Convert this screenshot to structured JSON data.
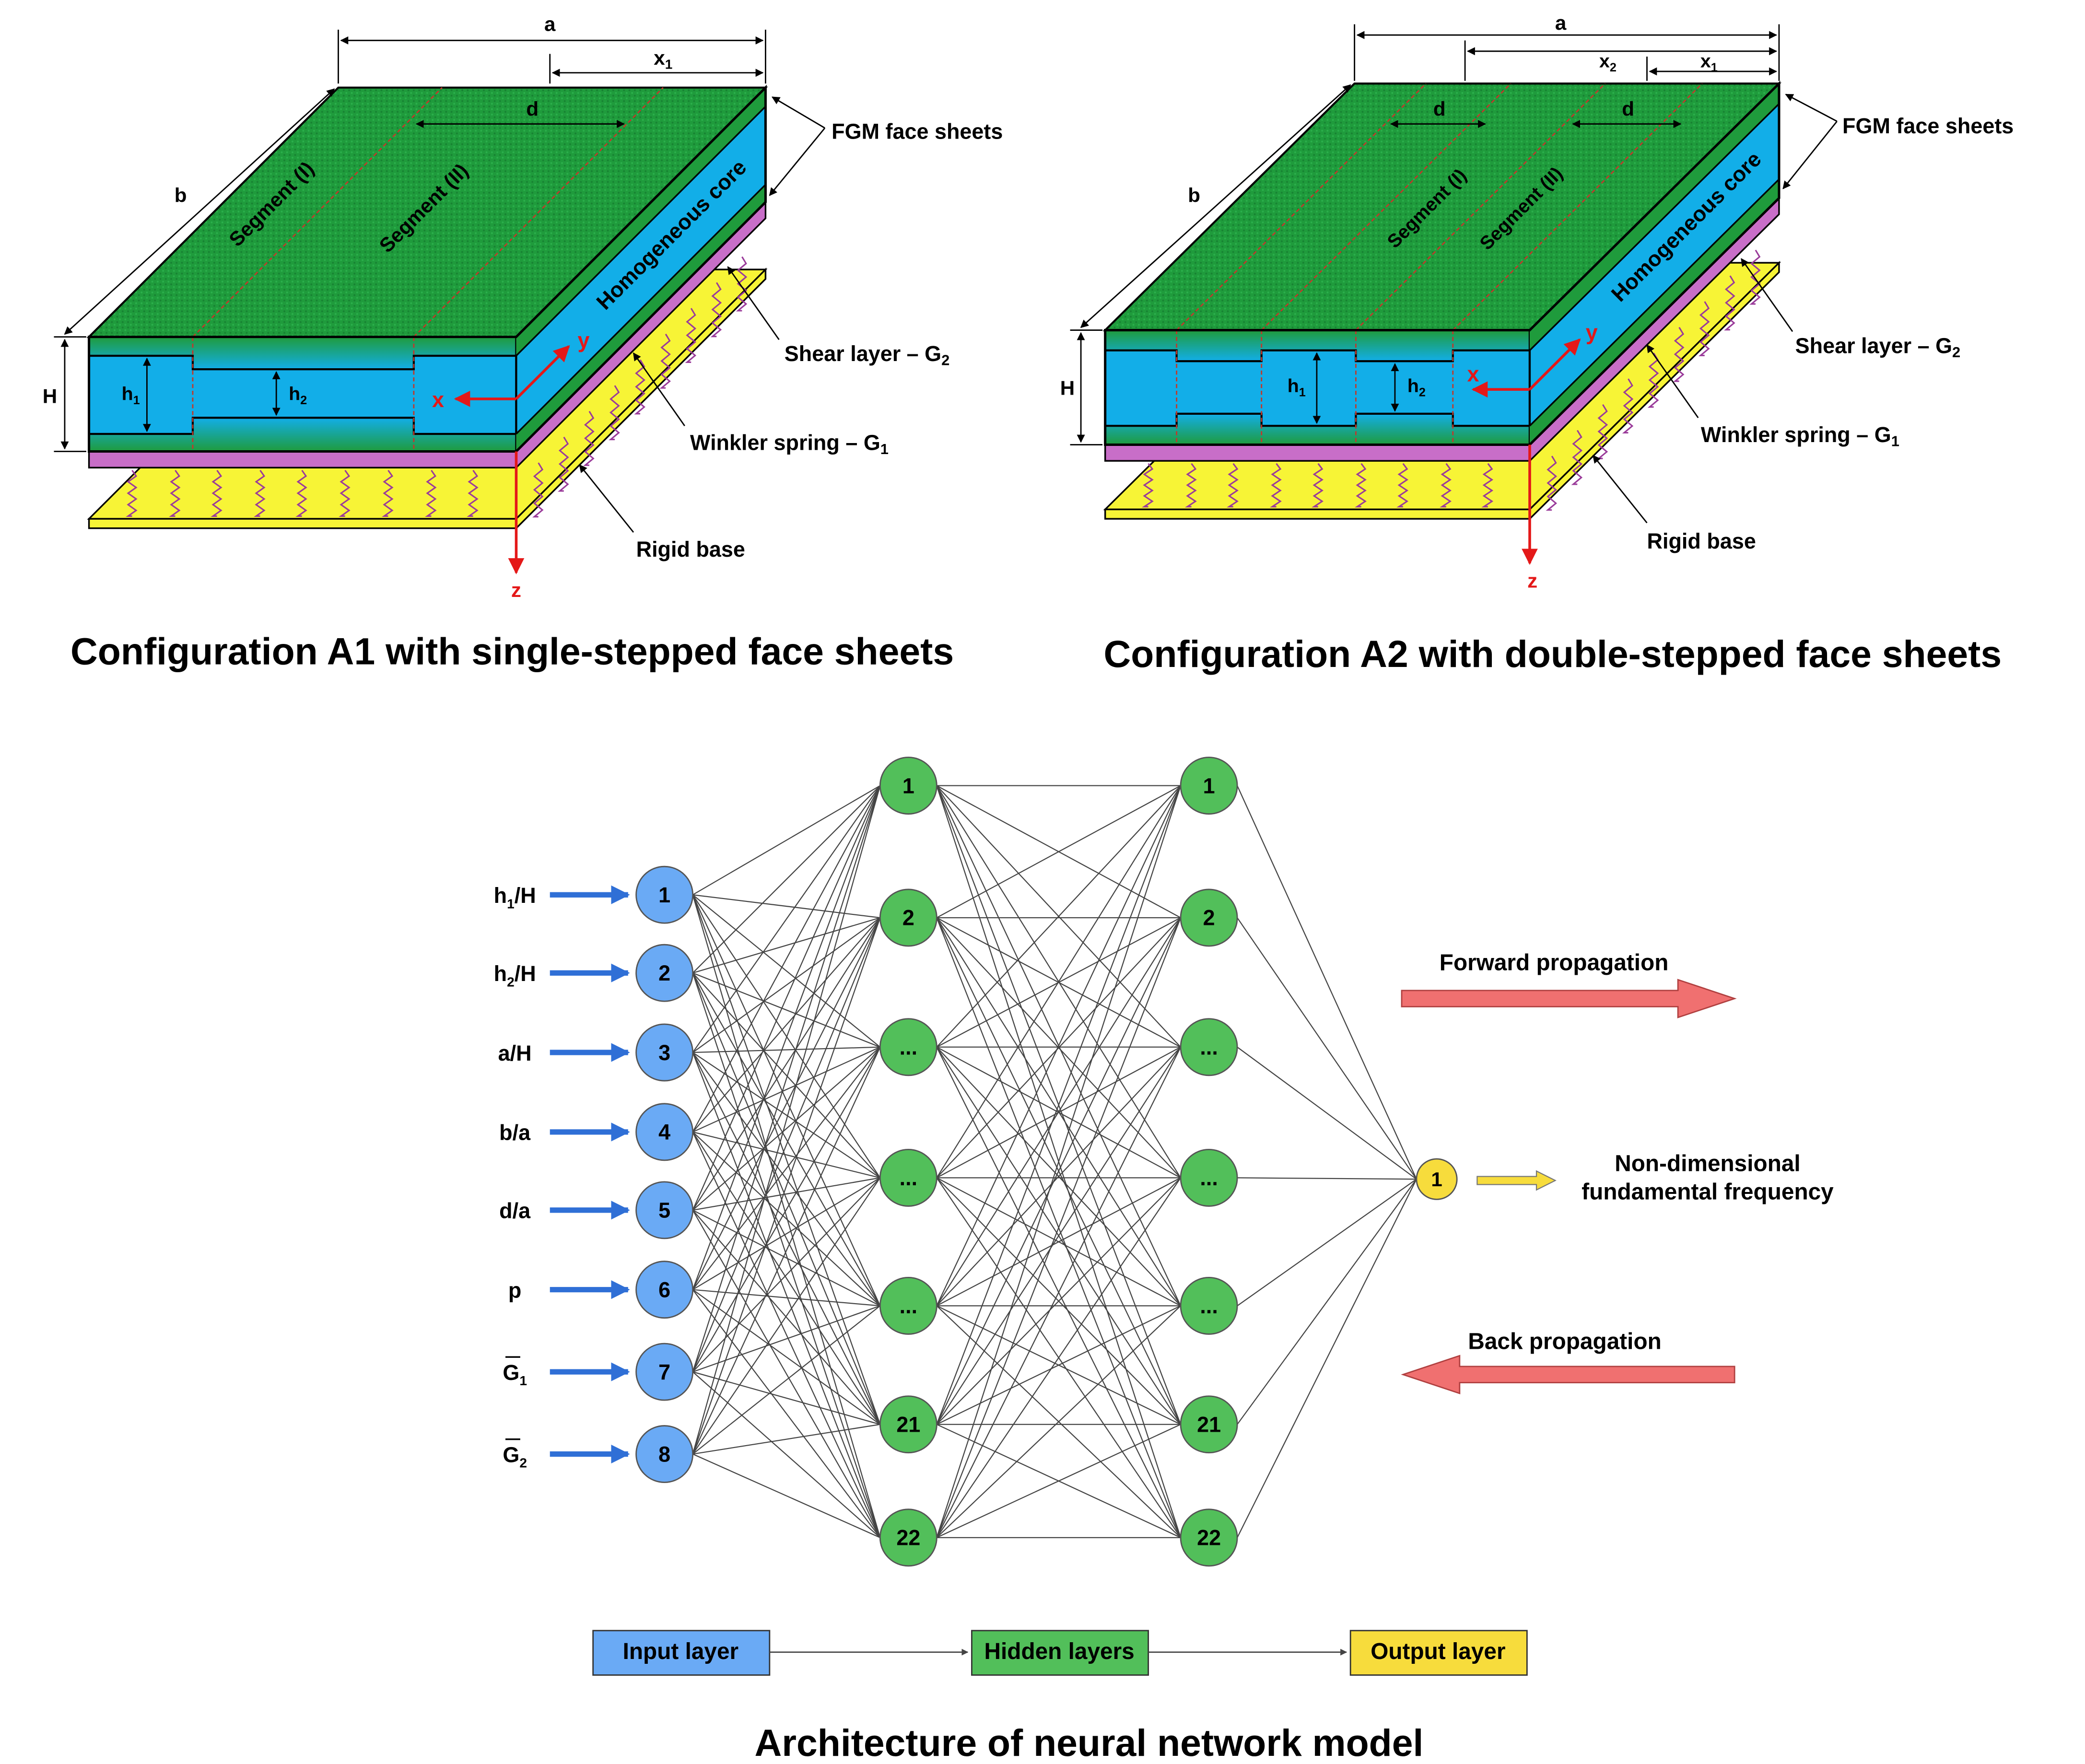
{
  "colors": {
    "facesheet_green": "#1f9b3c",
    "core_blue": "#12aee8",
    "shear_purple": "#c86ec8",
    "base_yellow": "#f7f436",
    "input_node": "#6aaaf5",
    "hidden_node": "#52bf5a",
    "output_node": "#f7dc3c",
    "arrow_red": "#f07070",
    "axis_red": "#e41818",
    "input_arrow_blue": "#2f6fd6"
  },
  "config_a1": {
    "caption": "Configuration A1 with single-stepped face sheets",
    "dim_a": "a",
    "dim_x1": "x",
    "dim_x1_sub": "1",
    "dim_d": "d",
    "dim_b": "b",
    "dim_H": "H",
    "dim_h1": "h",
    "dim_h1_sub": "1",
    "dim_h2": "h",
    "dim_h2_sub": "2",
    "segment_1": "Segment (I)",
    "segment_2": "Segment (II)",
    "core_label": "Homogeneous core",
    "axis_x": "x",
    "axis_y": "y",
    "axis_z": "z",
    "label_fgm": "FGM face sheets",
    "label_shear": "Shear layer – G",
    "label_shear_sub": "2",
    "label_winkler": "Winkler spring – G",
    "label_winkler_sub": "1",
    "label_base": "Rigid base"
  },
  "config_a2": {
    "caption": "Configuration A2 with double-stepped face sheets",
    "dim_a": "a",
    "dim_x2": "x",
    "dim_x2_sub": "2",
    "dim_x1": "x",
    "dim_x1_sub": "1",
    "dim_d": "d",
    "dim_b": "b",
    "dim_H": "H",
    "dim_h1": "h",
    "dim_h1_sub": "1",
    "dim_h2": "h",
    "dim_h2_sub": "2",
    "segment_1": "Segment (I)",
    "segment_2": "Segment (II)",
    "core_label": "Homogeneous core",
    "axis_x": "x",
    "axis_y": "y",
    "axis_z": "z",
    "label_fgm": "FGM face sheets",
    "label_shear": "Shear layer – G",
    "label_shear_sub": "2",
    "label_winkler": "Winkler spring – G",
    "label_winkler_sub": "1",
    "label_base": "Rigid base"
  },
  "network": {
    "caption": "Architecture of neural network model",
    "inputs": [
      {
        "main": "h",
        "sub": "1",
        "tail": "/H",
        "bar": false
      },
      {
        "main": "h",
        "sub": "2",
        "tail": "/H",
        "bar": false
      },
      {
        "main": "a/H",
        "sub": "",
        "tail": "",
        "bar": false
      },
      {
        "main": "b/a",
        "sub": "",
        "tail": "",
        "bar": false
      },
      {
        "main": "d/a",
        "sub": "",
        "tail": "",
        "bar": false
      },
      {
        "main": "p",
        "sub": "",
        "tail": "",
        "bar": false
      },
      {
        "main": "G",
        "sub": "1",
        "tail": "",
        "bar": true
      },
      {
        "main": "G",
        "sub": "2",
        "tail": "",
        "bar": true
      }
    ],
    "input_nodes": [
      "1",
      "2",
      "3",
      "4",
      "5",
      "6",
      "7",
      "8"
    ],
    "hidden1_nodes": [
      "1",
      "2",
      "...",
      "...",
      "...",
      "21",
      "22"
    ],
    "hidden2_nodes": [
      "1",
      "2",
      "...",
      "...",
      "...",
      "21",
      "22"
    ],
    "output_node": "1",
    "output_label_line1": "Non-dimensional",
    "output_label_line2": "fundamental frequency",
    "forward_label": "Forward propagation",
    "back_label": "Back propagation",
    "legend_input": "Input layer",
    "legend_hidden": "Hidden layers",
    "legend_output": "Output layer"
  }
}
